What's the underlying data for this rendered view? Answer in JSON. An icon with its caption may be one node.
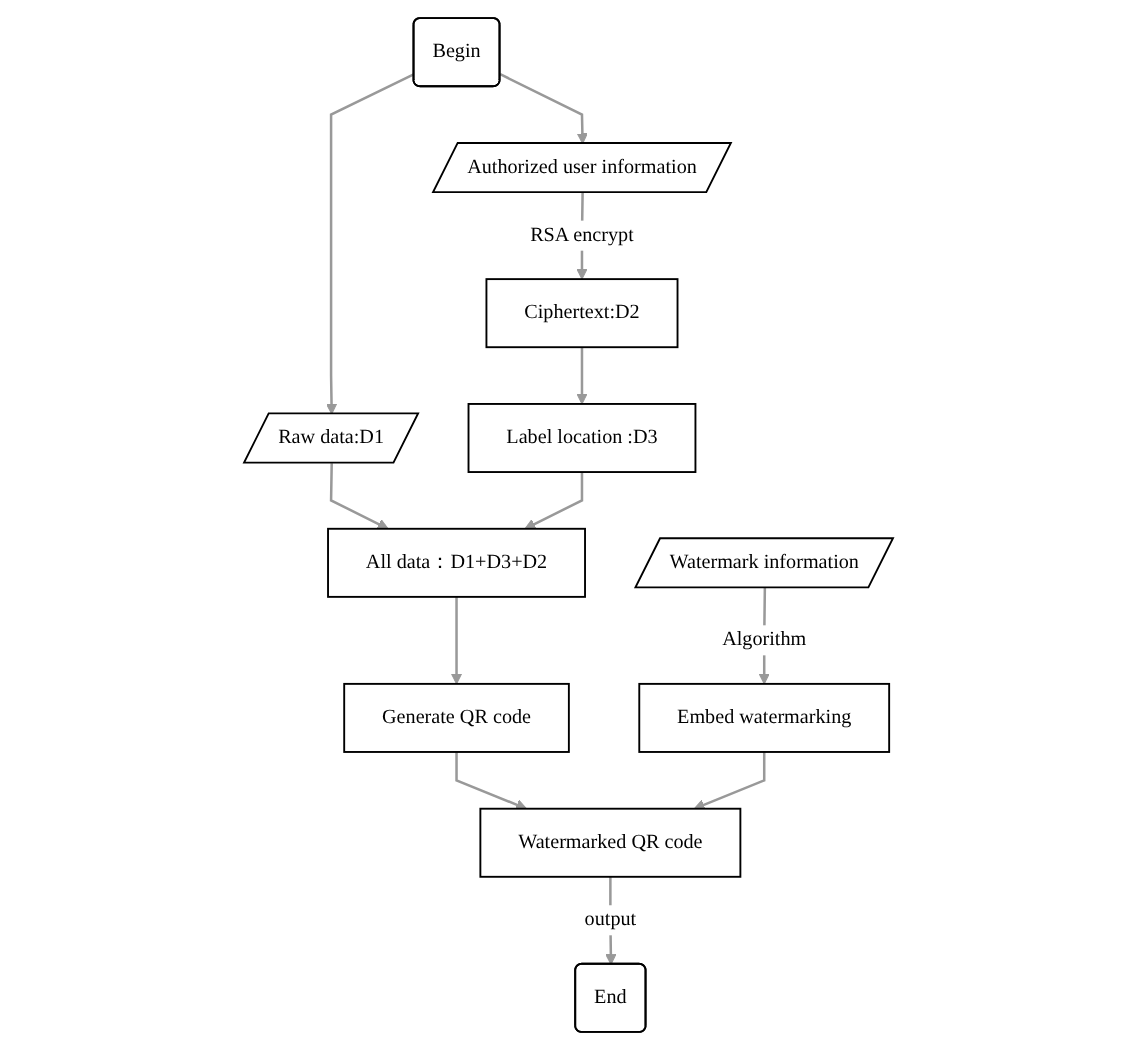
{
  "diagram": {
    "nodes": [
      {
        "text": [
          "Begin"
        ]
      },
      {
        "text": [
          "Authorized user information"
        ]
      },
      {
        "text": [
          "Raw data:D1"
        ]
      },
      {
        "text": [
          "Ciphertext:D2"
        ]
      },
      {
        "text": [
          "All data：D1+D3+D2"
        ]
      },
      {
        "text": [
          "Label location :D3"
        ]
      },
      {
        "text": [
          "Generate QR code"
        ]
      },
      {
        "text": [
          "Watermark information"
        ]
      },
      {
        "text": [
          "Watermarked QR code"
        ]
      },
      {
        "text": [
          "Embed watermarking"
        ]
      },
      {
        "text": [
          "End"
        ]
      }
    ],
    "edges": [
      {
        "from": 0,
        "to": 1,
        "arrow": "to"
      },
      {
        "from": 0,
        "to": 2,
        "arrow": "to"
      },
      {
        "from": 1,
        "to": 3,
        "arrow": "to",
        "label": "RSA encrypt"
      },
      {
        "from": 2,
        "to": 4,
        "arrow": "to"
      },
      {
        "from": 3,
        "to": 5,
        "arrow": "to"
      },
      {
        "from": 5,
        "to": 4,
        "arrow": "to"
      },
      {
        "from": 4,
        "to": 6,
        "arrow": "to"
      },
      {
        "from": 6,
        "to": 8,
        "arrow": "to"
      },
      {
        "from": 7,
        "to": 9,
        "arrow": "to",
        "label": "Algorithm"
      },
      {
        "from": 9,
        "to": 8,
        "arrow": "to"
      },
      {
        "from": 8,
        "to": 10,
        "arrow": "to",
        "label": "output"
      }
    ]
  }
}
